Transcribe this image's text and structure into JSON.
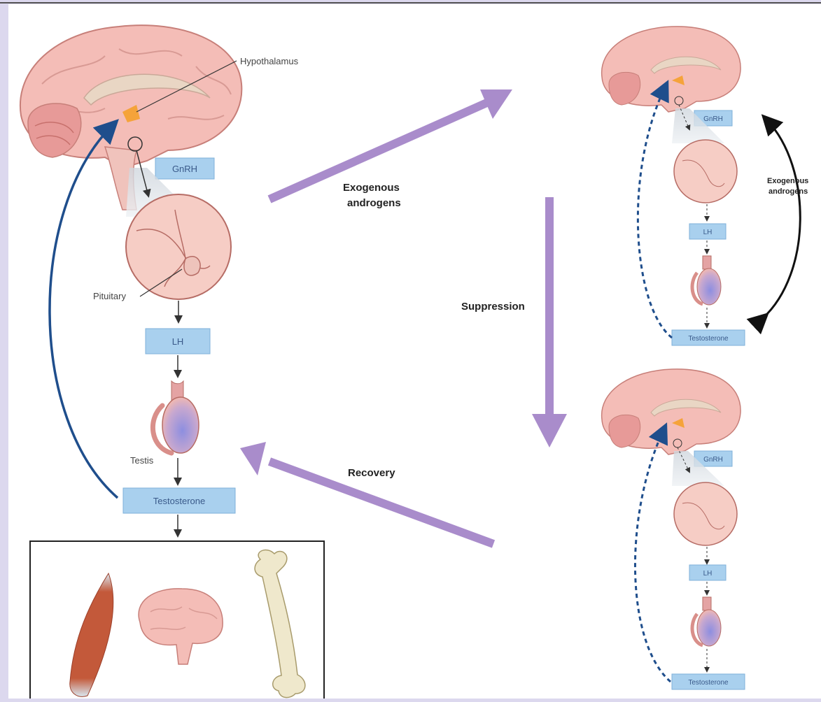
{
  "labels": {
    "hypothalamus": "Hypothalamus",
    "pituitary": "Pituitary",
    "testis": "Testis",
    "exogenous_androgens_line1": "Exogenous",
    "exogenous_androgens_line2": "androgens",
    "suppression": "Suppression",
    "recovery": "Recovery",
    "right_exogenous_line1": "Exogenous",
    "right_exogenous_line2": "androgens"
  },
  "boxes": {
    "gnrh": "GnRH",
    "lh": "LH",
    "testosterone": "Testosterone"
  },
  "colors": {
    "background": "#dcd8ee",
    "panel": "#ffffff",
    "box_fill": "#a9d0ee",
    "box_text": "#3a5a8a",
    "purple_arrow": "#a98ccb",
    "blue_arrow": "#1f4e8c",
    "brain": "#f2b6b0",
    "brain_outline": "#c77f79",
    "hypothalamus": "#f5a33a"
  }
}
